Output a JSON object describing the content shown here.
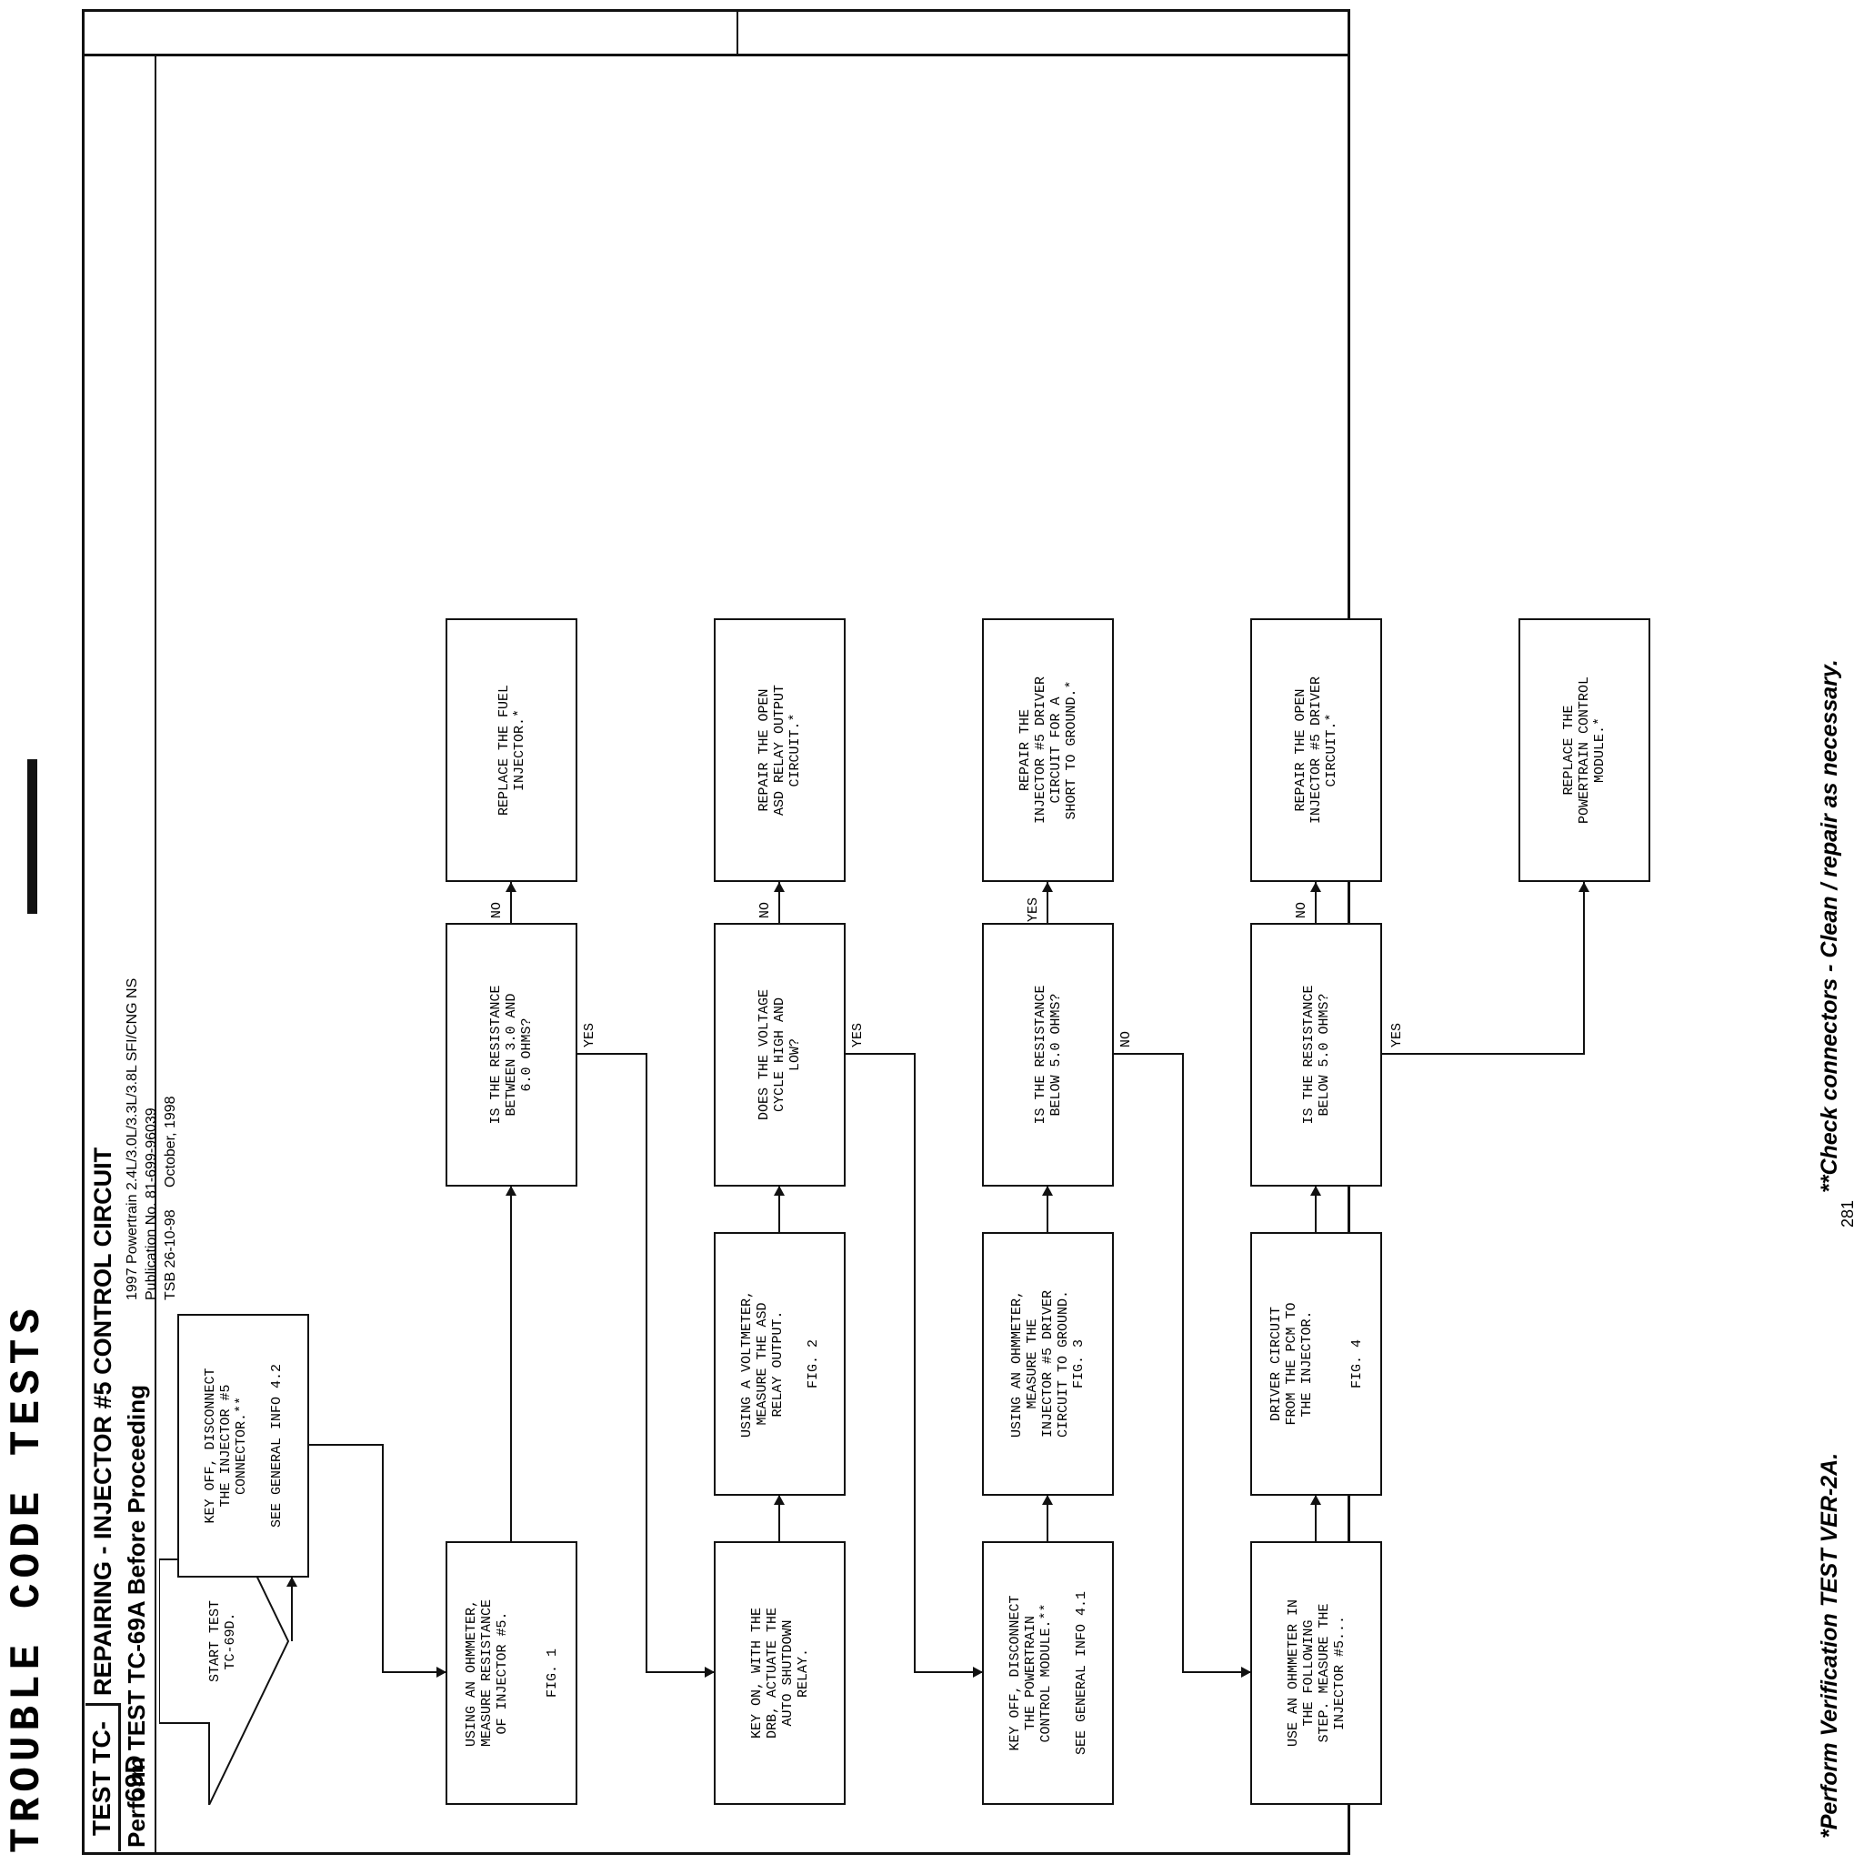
{
  "header": {
    "section_title": "TROUBLE CODE TESTS",
    "test_id": "TEST TC-69D",
    "test_title": "REPAIRING - INJECTOR #5 CONTROL CIRCUIT",
    "prerequisite": "Perform TEST TC-69A Before Proceeding"
  },
  "publication": {
    "line1": "1997 Powertrain 2.4L/3.0L/3.3L/3.8L SFI/CNG NS",
    "line2": "Publication No. 81-699-96039",
    "tsb": "TSB 26-10-98",
    "date": "October, 1998"
  },
  "flow": {
    "start": [
      "START TEST",
      "TC-69D."
    ],
    "step_disconnect_injector": [
      "KEY OFF, DISCONNECT",
      "THE INJECTOR #5",
      "CONNECTOR.**",
      "",
      "SEE GENERAL INFO 4.2"
    ],
    "step_measure_injector": [
      "USING AN OHMMETER,",
      "MEASURE RESISTANCE",
      "OF INJECTOR #5.",
      "",
      "FIG. 1"
    ],
    "q_resistance_range": [
      "IS THE RESISTANCE",
      "BETWEEN 3.0 AND",
      "6.0 OHMS?"
    ],
    "r_replace_injector": [
      "REPLACE THE FUEL",
      "INJECTOR.*"
    ],
    "step_key_on_drb": [
      "KEY ON, WITH THE",
      "DRB, ACTUATE THE",
      "AUTO SHUTDOWN",
      "RELAY."
    ],
    "step_voltmeter": [
      "USING A VOLTMETER,",
      "MEASURE THE ASD",
      "RELAY OUTPUT.",
      "",
      "FIG. 2"
    ],
    "q_voltage_cycle": [
      "DOES THE VOLTAGE",
      "CYCLE HIGH AND",
      "LOW?"
    ],
    "r_repair_asd": [
      "REPAIR THE OPEN",
      "ASD RELAY OUTPUT",
      "CIRCUIT.*"
    ],
    "step_disconnect_pcm": [
      "KEY OFF, DISCONNECT",
      "THE POWERTRAIN",
      "CONTROL MODULE.**",
      "",
      "SEE GENERAL INFO 4.1"
    ],
    "step_ohm_ground": [
      "USING AN OHMMETER,",
      "MEASURE THE",
      "INJECTOR #5 DRIVER",
      "CIRCUIT TO GROUND.",
      "FIG. 3"
    ],
    "q_below_5_a": [
      "IS THE RESISTANCE",
      "BELOW 5.0 OHMS?"
    ],
    "r_repair_short": [
      "REPAIR THE",
      "INJECTOR #5 DRIVER",
      "CIRCUIT FOR A",
      "SHORT TO GROUND.*"
    ],
    "step_use_ohmmeter": [
      "USE AN OHMMETER IN",
      "THE FOLLOWING",
      "STEP. MEASURE THE",
      "INJECTOR #5..."
    ],
    "step_driver_circuit": [
      "DRIVER CIRCUIT",
      "FROM THE PCM TO",
      "THE INJECTOR.",
      "",
      "FIG. 4"
    ],
    "q_below_5_b": [
      "IS THE RESISTANCE",
      "BELOW 5.0 OHMS?"
    ],
    "r_repair_open_driver": [
      "REPAIR THE OPEN",
      "INJECTOR #5 DRIVER",
      "CIRCUIT.*"
    ],
    "r_replace_pcm": [
      "REPLACE THE",
      "POWERTRAIN CONTROL",
      "MODULE.*"
    ]
  },
  "labels": {
    "yes": "YES",
    "no": "NO"
  },
  "footer": {
    "left": "*Perform Verification TEST VER-2A.",
    "right": "**Check connectors - Clean / repair as necessary."
  },
  "page_number": "281"
}
